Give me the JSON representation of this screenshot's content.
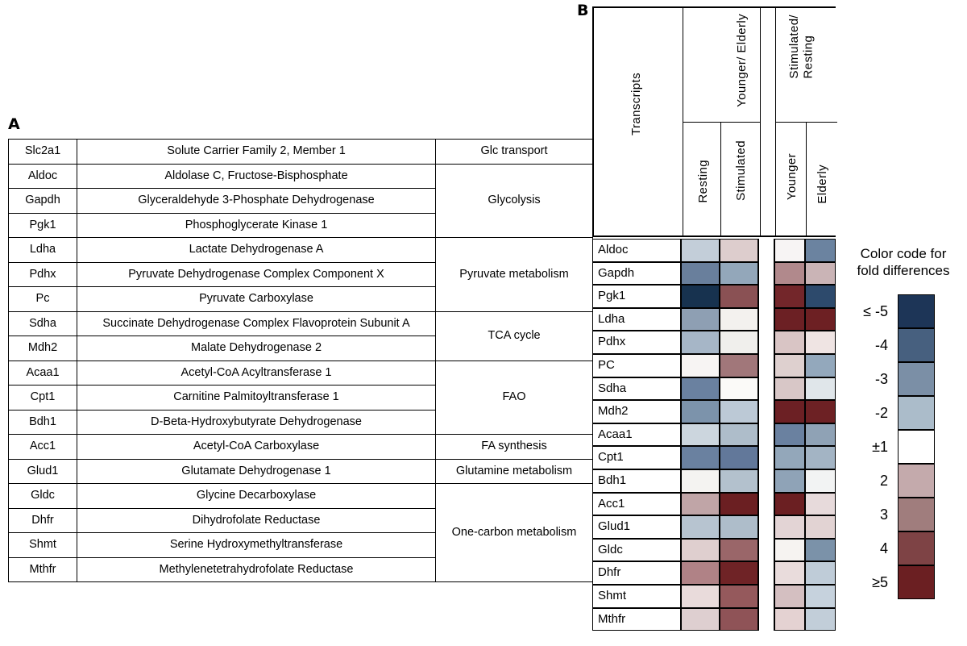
{
  "panels": {
    "a": {
      "letter": "A"
    },
    "b": {
      "letter": "B"
    }
  },
  "panel_a": {
    "columns": [
      "symbol",
      "name",
      "pathway"
    ],
    "rows": [
      {
        "symbol": "Slc2a1",
        "name": "Solute Carrier Family 2, Member 1",
        "pathway": "Glc transport",
        "pathway_span": 1
      },
      {
        "symbol": "Aldoc",
        "name": "Aldolase C, Fructose-Bisphosphate",
        "pathway": "Glycolysis",
        "pathway_span": 3
      },
      {
        "symbol": "Gapdh",
        "name": "Glyceraldehyde 3-Phosphate Dehydrogenase",
        "pathway": null,
        "pathway_span": 0
      },
      {
        "symbol": "Pgk1",
        "name": "Phosphoglycerate Kinase 1",
        "pathway": null,
        "pathway_span": 0
      },
      {
        "symbol": "Ldha",
        "name": "Lactate Dehydrogenase A",
        "pathway": "Pyruvate metabolism",
        "pathway_span": 3
      },
      {
        "symbol": "Pdhx",
        "name": "Pyruvate Dehydrogenase Complex Component X",
        "pathway": null,
        "pathway_span": 0
      },
      {
        "symbol": "Pc",
        "name": "Pyruvate Carboxylase",
        "pathway": null,
        "pathway_span": 0
      },
      {
        "symbol": "Sdha",
        "name": "Succinate Dehydrogenase Complex Flavoprotein Subunit A",
        "pathway": "TCA cycle",
        "pathway_span": 2
      },
      {
        "symbol": "Mdh2",
        "name": "Malate Dehydrogenase 2",
        "pathway": null,
        "pathway_span": 0
      },
      {
        "symbol": "Acaa1",
        "name": "Acetyl-CoA Acyltransferase 1",
        "pathway": "FAO",
        "pathway_span": 3
      },
      {
        "symbol": "Cpt1",
        "name": "Carnitine Palmitoyltransferase 1",
        "pathway": null,
        "pathway_span": 0
      },
      {
        "symbol": "Bdh1",
        "name": "D-Beta-Hydroxybutyrate Dehydrogenase",
        "pathway": null,
        "pathway_span": 0
      },
      {
        "symbol": "Acc1",
        "name": "Acetyl-CoA Carboxylase",
        "pathway": "FA synthesis",
        "pathway_span": 1
      },
      {
        "symbol": "Glud1",
        "name": "Glutamate Dehydrogenase 1",
        "pathway": "Glutamine metabolism",
        "pathway_span": 1
      },
      {
        "symbol": "Gldc",
        "name": "Glycine Decarboxylase",
        "pathway": "One-carbon metabolism",
        "pathway_span": 4
      },
      {
        "symbol": "Dhfr",
        "name": "Dihydrofolate Reductase",
        "pathway": null,
        "pathway_span": 0
      },
      {
        "symbol": "Shmt",
        "name": "Serine Hydroxymethyltransferase",
        "pathway": null,
        "pathway_span": 0
      },
      {
        "symbol": "Mthfr",
        "name": "Methylenetetrahydrofolate Reductase",
        "pathway": null,
        "pathway_span": 0
      }
    ]
  },
  "panel_b": {
    "header": {
      "row_axis_label": "Transcripts",
      "groups": [
        {
          "label": "Younger/ Elderly",
          "subcolumns": [
            "Resting",
            "Stimulated"
          ]
        },
        {
          "label": "Stimulated/\nResting",
          "subcolumns": [
            "Younger",
            "Elderly"
          ]
        }
      ]
    },
    "legend": {
      "title": "Color code for\nfold differences",
      "levels": [
        {
          "label": "≤ -5",
          "value": -5,
          "color": "#1d3557"
        },
        {
          "label": "-4",
          "value": -4,
          "color": "#47607f"
        },
        {
          "label": "-3",
          "value": -3,
          "color": "#7b8fa6"
        },
        {
          "label": "-2",
          "value": -2,
          "color": "#abbcca"
        },
        {
          "label": "±1",
          "value": 1,
          "color": "#ffffff"
        },
        {
          "label": "2",
          "value": 2,
          "color": "#c4aaac"
        },
        {
          "label": "3",
          "value": 3,
          "color": "#a07d7d"
        },
        {
          "label": "4",
          "value": 4,
          "color": "#7e4345"
        },
        {
          "label": "≥5",
          "value": 5,
          "color": "#6b1f22"
        }
      ]
    }
  },
  "chart_data": {
    "type": "heatmap",
    "title": "Color code for fold differences",
    "xlabel": "",
    "ylabel": "Transcripts",
    "grid": true,
    "legend_position": "right",
    "column_groups": [
      {
        "name": "Younger/ Elderly",
        "columns": [
          "Resting",
          "Stimulated"
        ]
      },
      {
        "name": "Stimulated/ Resting",
        "columns": [
          "Younger",
          "Elderly"
        ]
      }
    ],
    "columns": [
      "Resting",
      "Stimulated",
      "Younger",
      "Elderly"
    ],
    "rows": [
      "Aldoc",
      "Gapdh",
      "Pgk1",
      "Ldha",
      "Pdhx",
      "PC",
      "Sdha",
      "Mdh2",
      "Acaa1",
      "Cpt1",
      "Bdh1",
      "Acc1",
      "Glud1",
      "Gldc",
      "Dhfr",
      "Shmt",
      "Mthfr"
    ],
    "zlim": [
      -5,
      5
    ],
    "colorscale": [
      {
        "value": -5,
        "color": "#1d3557"
      },
      {
        "value": -4,
        "color": "#47607f"
      },
      {
        "value": -3,
        "color": "#7b8fa6"
      },
      {
        "value": -2,
        "color": "#abbcca"
      },
      {
        "value": 1,
        "color": "#ffffff"
      },
      {
        "value": 2,
        "color": "#c4aaac"
      },
      {
        "value": 3,
        "color": "#a07d7d"
      },
      {
        "value": 4,
        "color": "#7e4345"
      },
      {
        "value": 5,
        "color": "#6b1f22"
      }
    ],
    "values": [
      [
        -2,
        2,
        1,
        -4
      ],
      [
        -4,
        -3,
        3,
        2
      ],
      [
        -5,
        4,
        5,
        -5
      ],
      [
        -3,
        1,
        5,
        5
      ],
      [
        -2,
        1,
        2,
        1
      ],
      [
        1,
        3,
        2,
        -3
      ],
      [
        -4,
        1,
        2,
        -2
      ],
      [
        -4,
        -2,
        5,
        5
      ],
      [
        -2,
        -3,
        -4,
        -3
      ],
      [
        -4,
        -4,
        -3,
        -3
      ],
      [
        1,
        -2,
        -3,
        1
      ],
      [
        2,
        5,
        5,
        2
      ],
      [
        -2,
        -2,
        2,
        2
      ],
      [
        2,
        4,
        1,
        -4
      ],
      [
        3,
        5,
        2,
        -2
      ],
      [
        2,
        4,
        3,
        -2
      ],
      [
        2,
        4,
        2,
        -2
      ]
    ],
    "cell_colors": [
      [
        "#c3ced9",
        "#ddcdcd",
        "#f7f4f4",
        "#6b83a0"
      ],
      [
        "#697f9c",
        "#93a7ba",
        "#b1898c",
        "#cab4b6"
      ],
      [
        "#17324f",
        "#8a5154",
        "#73262a",
        "#2d4a6c"
      ],
      [
        "#8e9fb3",
        "#f3f1ee",
        "#6c2024",
        "#6d2023"
      ],
      [
        "#a6b6c7",
        "#f0efec",
        "#d9c5c5",
        "#efe4e3"
      ],
      [
        "#f7f4f3",
        "#a1777a",
        "#ded0cf",
        "#93a8bc"
      ],
      [
        "#6a81a0",
        "#fbfaf8",
        "#d8c7c7",
        "#e0e6ea"
      ],
      [
        "#7c93ab",
        "#bcc9d6",
        "#6c2024",
        "#6d2124"
      ],
      [
        "#ccd6de",
        "#aebdca",
        "#6a81a0",
        "#8fa2b5"
      ],
      [
        "#6a81a0",
        "#62789a",
        "#93a7ba",
        "#a3b4c4"
      ],
      [
        "#f4f3f1",
        "#b3c1cd",
        "#8fa3b7",
        "#f2f3f3"
      ],
      [
        "#c0a5a7",
        "#6b1f22",
        "#6b1f22",
        "#e7dadb"
      ],
      [
        "#b7c4d0",
        "#aebdca",
        "#e3d4d5",
        "#e2d3d3"
      ],
      [
        "#dfcfcf",
        "#9a6669",
        "#f6f3f1",
        "#7b92a9"
      ],
      [
        "#b08286",
        "#6f2326",
        "#e9dcdc",
        "#bfccd8"
      ],
      [
        "#e9dbdb",
        "#95595c",
        "#d4bfc1",
        "#c6d2dd"
      ],
      [
        "#decfd0",
        "#8f5357",
        "#e4d2d2",
        "#c2ced9"
      ]
    ]
  }
}
